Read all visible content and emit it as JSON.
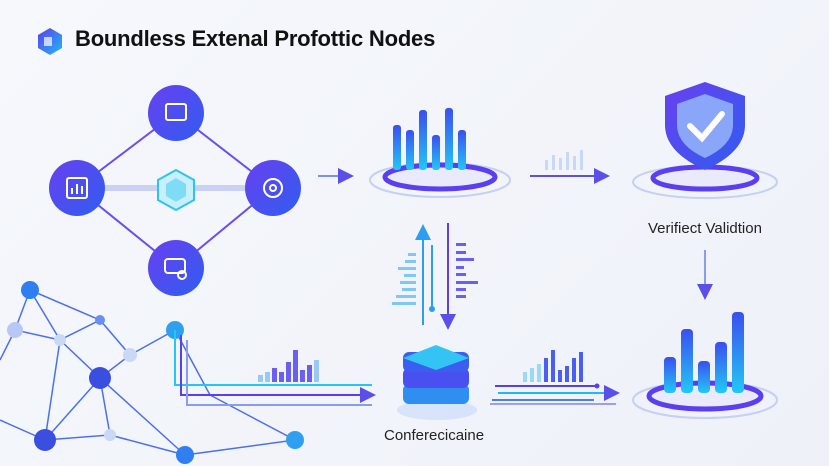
{
  "header": {
    "title": "Boundless Extenal Profottic Nodes",
    "logo_icon": "cube-logo-icon"
  },
  "labels": {
    "validation": "Verifiect Validtion",
    "database": "Conferecicaine"
  },
  "colors": {
    "primary": "#4f3fe0",
    "accent": "#1fb8f0",
    "line": "#6a55e8"
  },
  "nodes": [
    {
      "name": "top",
      "icon": "bank-icon"
    },
    {
      "name": "left",
      "icon": "bar-chart-icon"
    },
    {
      "name": "right",
      "icon": "gear-icon"
    },
    {
      "name": "bottom",
      "icon": "chat-icon"
    }
  ]
}
